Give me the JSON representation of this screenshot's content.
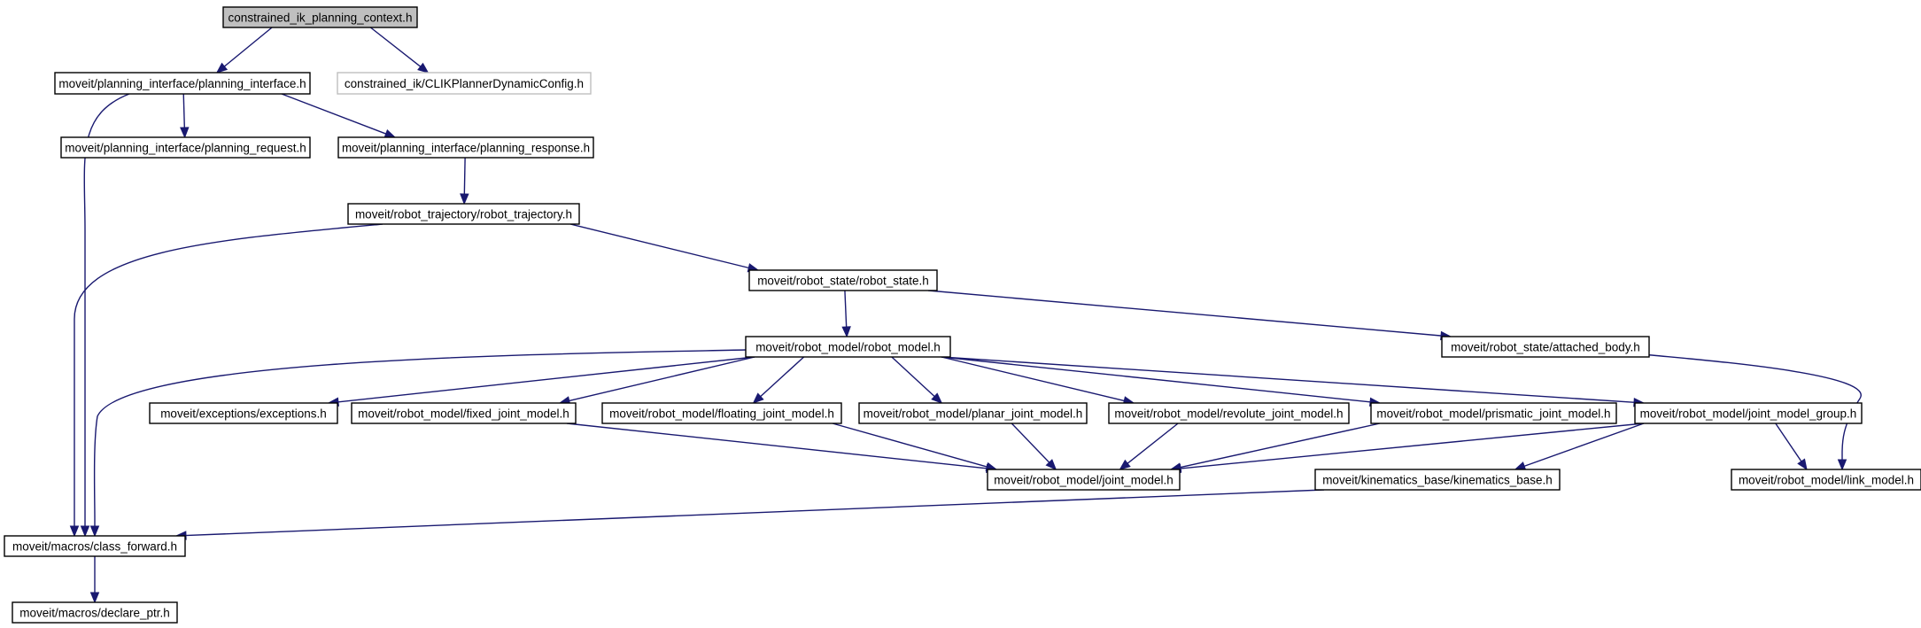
{
  "nodes": [
    {
      "id": "root",
      "label": "constrained_ik_planning_context.h",
      "style": "root"
    },
    {
      "id": "planning_interface",
      "label": "moveit/planning_interface/planning_interface.h",
      "style": "normal"
    },
    {
      "id": "clik_config",
      "label": "constrained_ik/CLIKPlannerDynamicConfig.h",
      "style": "missing"
    },
    {
      "id": "planning_request",
      "label": "moveit/planning_interface/planning_request.h",
      "style": "normal"
    },
    {
      "id": "planning_response",
      "label": "moveit/planning_interface/planning_response.h",
      "style": "normal"
    },
    {
      "id": "robot_trajectory",
      "label": "moveit/robot_trajectory/robot_trajectory.h",
      "style": "normal"
    },
    {
      "id": "robot_state",
      "label": "moveit/robot_state/robot_state.h",
      "style": "normal"
    },
    {
      "id": "robot_model",
      "label": "moveit/robot_model/robot_model.h",
      "style": "normal"
    },
    {
      "id": "attached_body",
      "label": "moveit/robot_state/attached_body.h",
      "style": "normal"
    },
    {
      "id": "exceptions",
      "label": "moveit/exceptions/exceptions.h",
      "style": "normal"
    },
    {
      "id": "fixed_joint",
      "label": "moveit/robot_model/fixed_joint_model.h",
      "style": "normal"
    },
    {
      "id": "floating_joint",
      "label": "moveit/robot_model/floating_joint_model.h",
      "style": "normal"
    },
    {
      "id": "planar_joint",
      "label": "moveit/robot_model/planar_joint_model.h",
      "style": "normal"
    },
    {
      "id": "revolute_joint",
      "label": "moveit/robot_model/revolute_joint_model.h",
      "style": "normal"
    },
    {
      "id": "prismatic_joint",
      "label": "moveit/robot_model/prismatic_joint_model.h",
      "style": "normal"
    },
    {
      "id": "joint_model_group",
      "label": "moveit/robot_model/joint_model_group.h",
      "style": "normal"
    },
    {
      "id": "joint_model",
      "label": "moveit/robot_model/joint_model.h",
      "style": "normal"
    },
    {
      "id": "kinematics_base",
      "label": "moveit/kinematics_base/kinematics_base.h",
      "style": "normal"
    },
    {
      "id": "link_model",
      "label": "moveit/robot_model/link_model.h",
      "style": "normal"
    },
    {
      "id": "class_forward",
      "label": "moveit/macros/class_forward.h",
      "style": "normal"
    },
    {
      "id": "declare_ptr",
      "label": "moveit/macros/declare_ptr.h",
      "style": "normal"
    }
  ],
  "edges": [
    {
      "from": "root",
      "to": "planning_interface"
    },
    {
      "from": "root",
      "to": "clik_config"
    },
    {
      "from": "planning_interface",
      "to": "planning_request"
    },
    {
      "from": "planning_interface",
      "to": "planning_response"
    },
    {
      "from": "planning_interface",
      "to": "class_forward"
    },
    {
      "from": "planning_response",
      "to": "robot_trajectory"
    },
    {
      "from": "robot_trajectory",
      "to": "robot_state"
    },
    {
      "from": "robot_trajectory",
      "to": "class_forward"
    },
    {
      "from": "robot_state",
      "to": "robot_model"
    },
    {
      "from": "robot_state",
      "to": "attached_body"
    },
    {
      "from": "robot_model",
      "to": "class_forward"
    },
    {
      "from": "robot_model",
      "to": "exceptions"
    },
    {
      "from": "robot_model",
      "to": "fixed_joint"
    },
    {
      "from": "robot_model",
      "to": "floating_joint"
    },
    {
      "from": "robot_model",
      "to": "planar_joint"
    },
    {
      "from": "robot_model",
      "to": "revolute_joint"
    },
    {
      "from": "robot_model",
      "to": "prismatic_joint"
    },
    {
      "from": "robot_model",
      "to": "joint_model_group"
    },
    {
      "from": "attached_body",
      "to": "link_model"
    },
    {
      "from": "fixed_joint",
      "to": "joint_model"
    },
    {
      "from": "floating_joint",
      "to": "joint_model"
    },
    {
      "from": "planar_joint",
      "to": "joint_model"
    },
    {
      "from": "revolute_joint",
      "to": "joint_model"
    },
    {
      "from": "prismatic_joint",
      "to": "joint_model"
    },
    {
      "from": "joint_model_group",
      "to": "joint_model"
    },
    {
      "from": "joint_model_group",
      "to": "kinematics_base"
    },
    {
      "from": "joint_model_group",
      "to": "link_model"
    },
    {
      "from": "kinematics_base",
      "to": "class_forward"
    },
    {
      "from": "class_forward",
      "to": "declare_ptr"
    }
  ],
  "colors": {
    "edge": "#191970",
    "root_fill": "#bfbfbf",
    "missing_border": "#bfbfbf",
    "border": "#000000"
  }
}
